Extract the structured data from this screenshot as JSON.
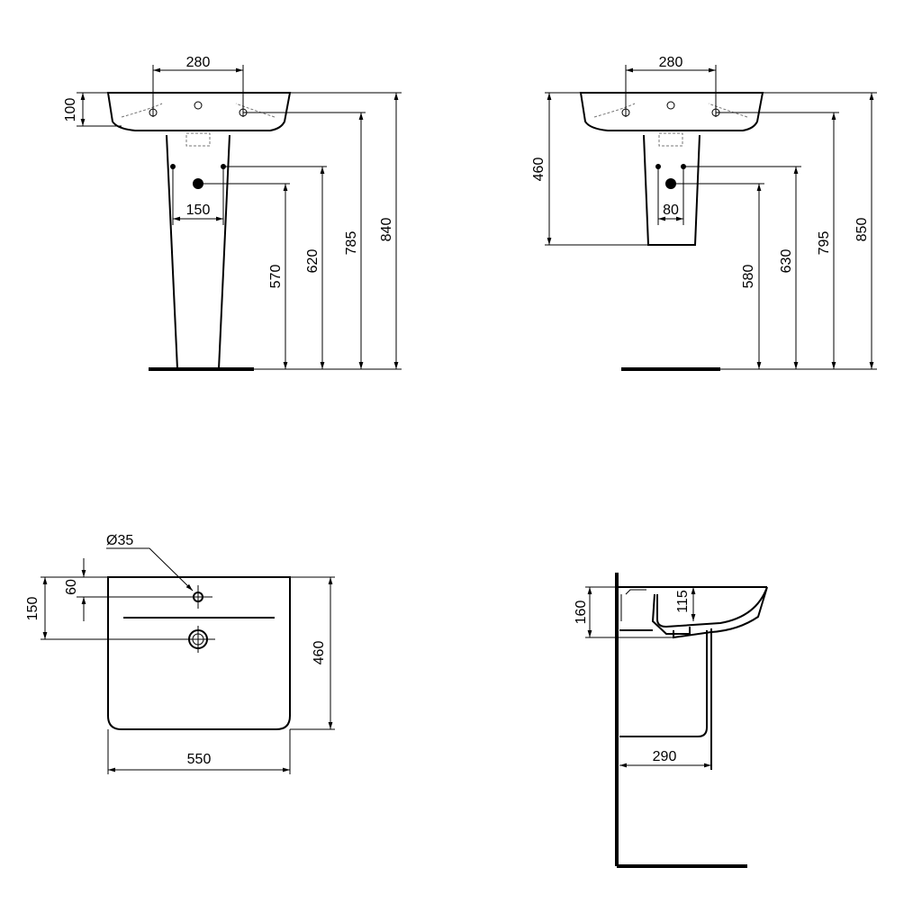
{
  "views": {
    "front_pedestal": {
      "dims": {
        "tap_spacing": "280",
        "rim_depth": "100",
        "pedestal_holes": "150",
        "waste_height": "570",
        "supply_height": "620",
        "overflow_height": "785",
        "rim_height": "840"
      }
    },
    "front_semi_pedestal": {
      "dims": {
        "tap_spacing": "280",
        "semi_pedestal_height": "460",
        "pedestal_holes": "80",
        "waste_height": "580",
        "supply_height": "630",
        "overflow_height": "795",
        "rim_height": "850"
      }
    },
    "plan": {
      "dims": {
        "tap_hole_diameter": "Ø35",
        "tap_hole_offset": "60",
        "waste_offset": "150",
        "depth": "460",
        "width": "550"
      }
    },
    "side": {
      "dims": {
        "basin_height": "160",
        "bowl_depth": "115",
        "pedestal_depth": "290"
      }
    }
  },
  "colors": {
    "line": "#000000",
    "background": "#ffffff"
  }
}
